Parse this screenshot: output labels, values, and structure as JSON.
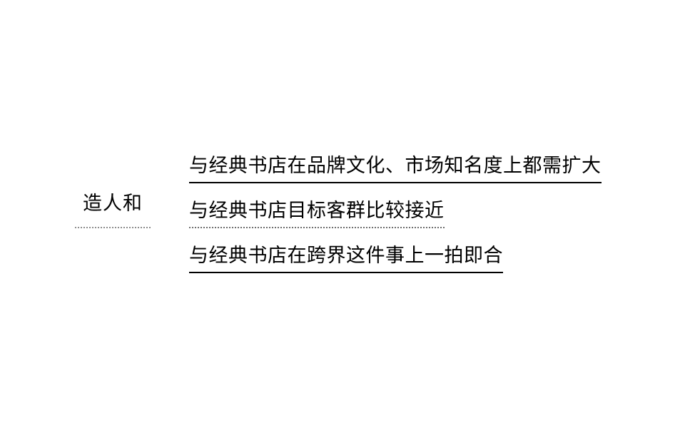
{
  "slide": {
    "background_color": "#ffffff",
    "text_color": "#000000",
    "category": {
      "label": "造人和",
      "underline_style": "dotted",
      "underline_color": "#8e8e8e"
    },
    "statements": [
      {
        "text": "与经典书店在品牌文化、市场知名度上都需扩大",
        "underline_style": "solid",
        "underline_color": "#000000"
      },
      {
        "text": "与经典书店目标客群比较接近",
        "underline_style": "dotted",
        "underline_color": "#6f6f6f"
      },
      {
        "text": "与经典书店在跨界这件事上一拍即合",
        "underline_style": "solid",
        "underline_color": "#000000"
      }
    ]
  }
}
